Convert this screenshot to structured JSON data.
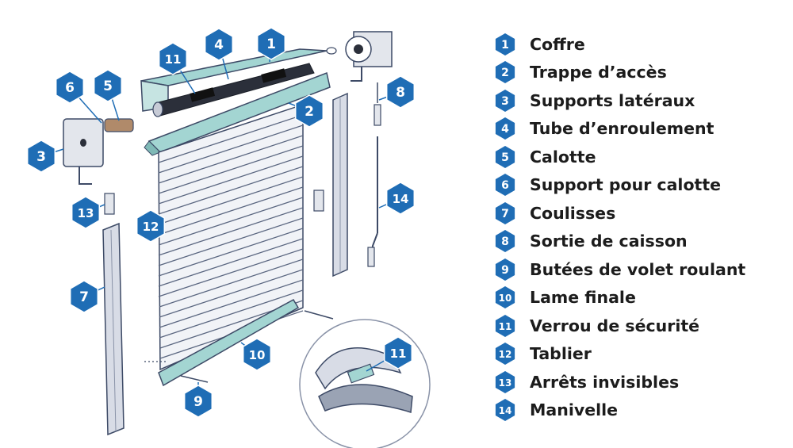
{
  "colors": {
    "badge": "#1f6db5",
    "metal": "#d8dce6",
    "teal": "#a3d5d2",
    "outline": "#3d4a66",
    "text": "#1c1c1c"
  },
  "legend": [
    {
      "num": "1",
      "label": "Coffre"
    },
    {
      "num": "2",
      "label": "Trappe d’accès"
    },
    {
      "num": "3",
      "label": "Supports latéraux"
    },
    {
      "num": "4",
      "label": "Tube d’enroulement"
    },
    {
      "num": "5",
      "label": "Calotte"
    },
    {
      "num": "6",
      "label": "Support pour calotte"
    },
    {
      "num": "7",
      "label": "Coulisses"
    },
    {
      "num": "8",
      "label": "Sortie de caisson"
    },
    {
      "num": "9",
      "label": "Butées de volet roulant"
    },
    {
      "num": "10",
      "label": "Lame finale"
    },
    {
      "num": "11",
      "label": "Verrou de sécurité"
    },
    {
      "num": "12",
      "label": "Tablier"
    },
    {
      "num": "13",
      "label": "Arrêts invisibles"
    },
    {
      "num": "14",
      "label": "Manivelle"
    }
  ],
  "callouts": [
    {
      "num": "1",
      "part": "coffre"
    },
    {
      "num": "2",
      "part": "trappe-acces"
    },
    {
      "num": "3",
      "part": "supports-lateraux"
    },
    {
      "num": "4",
      "part": "tube-enroulement"
    },
    {
      "num": "5",
      "part": "calotte"
    },
    {
      "num": "6",
      "part": "support-calotte"
    },
    {
      "num": "7",
      "part": "coulisses"
    },
    {
      "num": "8",
      "part": "sortie-caisson"
    },
    {
      "num": "9",
      "part": "butees"
    },
    {
      "num": "10",
      "part": "lame-finale"
    },
    {
      "num": "11",
      "part": "verrou-securite"
    },
    {
      "num": "11",
      "part": "verrou-securite-detail"
    },
    {
      "num": "12",
      "part": "tablier"
    },
    {
      "num": "13",
      "part": "arrets-invisibles"
    },
    {
      "num": "14",
      "part": "manivelle"
    }
  ]
}
